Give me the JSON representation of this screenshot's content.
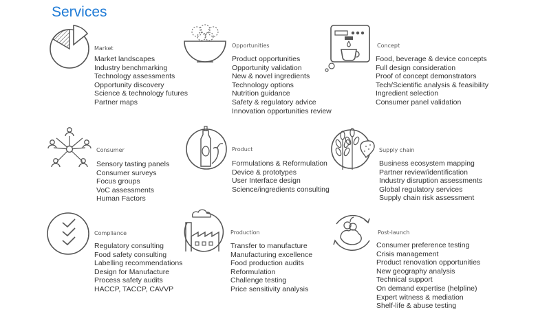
{
  "page": {
    "title": "Services"
  },
  "cards": [
    {
      "id": "market",
      "label": "Market",
      "icon": "pie-chart-icon",
      "items": [
        "Market landscapes",
        "Industry benchmarking",
        "Technology assessments",
        "Opportunity discovery",
        "Science & technology futures",
        "Partner maps"
      ]
    },
    {
      "id": "opportunities",
      "label": "Opportunities",
      "icon": "bowl-icon",
      "items": [
        "Product opportunities",
        "Opportunity validation",
        "New & novel ingredients",
        "Technology options",
        "Nutrition guidance",
        "Safety & regulatory advice",
        "Innovation opportunities review"
      ]
    },
    {
      "id": "concept",
      "label": "Concept",
      "icon": "coffee-machine-icon",
      "items": [
        "Food, beverage & device concepts",
        "Full design consideration",
        "Proof of concept demonstrators",
        "Tech/Scientific analysis  & feasibility",
        "Ingredient selection",
        "Consumer panel validation"
      ]
    },
    {
      "id": "consumer",
      "label": "Consumer",
      "icon": "network-people-icon",
      "items": [
        "Sensory tasting panels",
        "Consumer surveys",
        "Focus groups",
        "VoC assessments",
        "Human Factors"
      ]
    },
    {
      "id": "product",
      "label": "Product",
      "icon": "bottle-chili-icon",
      "items": [
        "Formulations & Reformulation",
        "Device &  prototypes",
        "User Interface design",
        "Science/ingredients consulting"
      ]
    },
    {
      "id": "supply",
      "label": "Supply chain",
      "icon": "wheat-strawberry-icon",
      "items": [
        "Business ecosystem mapping",
        "Partner review/identification",
        "Industry disruption assessments",
        "Global regulatory services",
        "Supply  chain risk assessment"
      ]
    },
    {
      "id": "compliance",
      "label": "Compliance",
      "icon": "checklist-icon",
      "items": [
        "Regulatory consulting",
        "Food safety consulting",
        "Labelling recommendations",
        "Design for Manufacture",
        "Process safety audits",
        "HACCP, TACCP, CAVVP"
      ]
    },
    {
      "id": "production",
      "label": "Production",
      "icon": "factory-icon",
      "items": [
        "Transfer to manufacture",
        "Manufacturing excellence",
        "Food production audits",
        "Reformulation",
        "Challenge  testing",
        "Price sensitivity analysis"
      ]
    },
    {
      "id": "postlaunch",
      "label": "Post-launch",
      "icon": "fruit-cycle-icon",
      "items": [
        "Consumer preference testing",
        "Crisis management",
        "Product renovation opportunities",
        "New geography analysis",
        "Technical support",
        "On demand expertise (helpline)",
        "Expert witness & mediation",
        "Shelf-life & abuse testing"
      ]
    }
  ]
}
